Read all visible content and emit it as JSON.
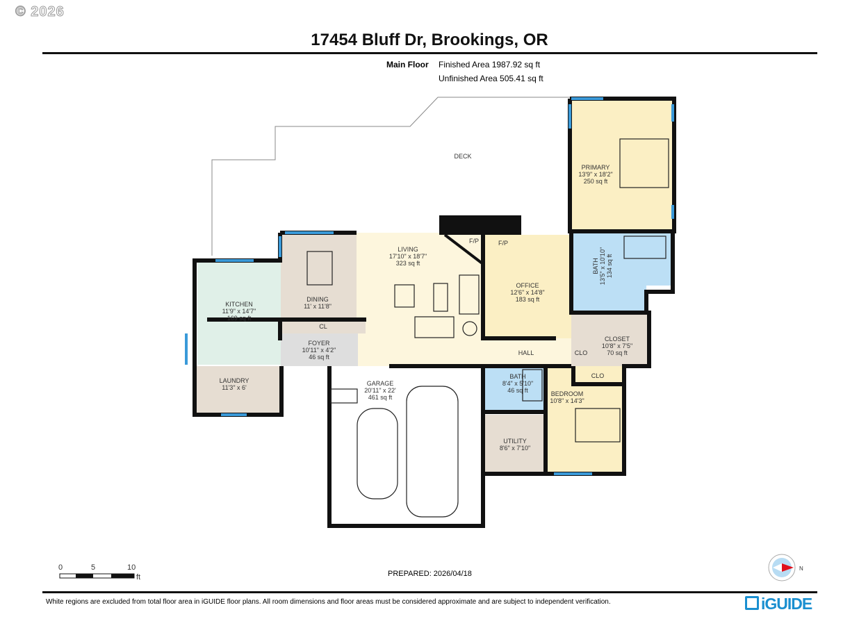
{
  "copyright": "© 2026",
  "title": "17454 Bluff Dr, Brookings, OR",
  "floor": {
    "name": "Main Floor",
    "finished_area": "Finished Area 1987.92 sq ft",
    "unfinished_area": "Unfinished Area 505.41 sq ft"
  },
  "rooms": {
    "deck": {
      "name": "DECK"
    },
    "primary": {
      "name": "PRIMARY",
      "dims": "13'9\" x 18'2\"",
      "area": "250 sq ft"
    },
    "primary_bath": {
      "name": "BATH",
      "dims": "13'5\" x 10'10\"",
      "area": "134 sq ft"
    },
    "office": {
      "name": "OFFICE",
      "dims": "12'6\" x 14'8\"",
      "area": "183 sq ft"
    },
    "living": {
      "name": "LIVING",
      "dims": "17'10\" x 18'7\"",
      "area": "323 sq ft"
    },
    "dining": {
      "name": "DINING",
      "dims": "11' x 11'8\""
    },
    "kitchen": {
      "name": "KITCHEN",
      "dims": "11'9\" x 14'7\"",
      "area": "169 sq ft"
    },
    "cl": {
      "name": "CL"
    },
    "foyer": {
      "name": "FOYER",
      "dims": "10'11\" x 4'2\"",
      "area": "46 sq ft"
    },
    "laundry": {
      "name": "LAUNDRY",
      "dims": "11'3\" x 6'"
    },
    "hall": {
      "name": "HALL"
    },
    "closet": {
      "name": "CLOSET",
      "dims": "10'8\" x 7'5\"",
      "area": "70 sq ft"
    },
    "clo1": {
      "name": "CLO"
    },
    "clo2": {
      "name": "CLO"
    },
    "bath2": {
      "name": "BATH",
      "dims": "8'4\" x 5'10\"",
      "area": "46 sq ft"
    },
    "bedroom": {
      "name": "BEDROOM",
      "dims": "10'8\" x 14'3\""
    },
    "utility": {
      "name": "UTILITY",
      "dims": "8'6\" x 7'10\""
    },
    "garage": {
      "name": "GARAGE",
      "dims": "20'11\" x 22'",
      "area": "461 sq ft"
    },
    "fp1": {
      "name": "F/P"
    },
    "fp2": {
      "name": "F/P"
    }
  },
  "scale": {
    "ticks": [
      "0",
      "5",
      "10"
    ],
    "unit": "ft"
  },
  "compass": {
    "label": "N"
  },
  "prepared": "PREPARED: 2026/04/18",
  "disclaimer": "White regions are excluded from total floor area in iGUIDE floor plans. All room dimensions and floor areas must be considered approximate and are subject to independent verification.",
  "logo": "iGUIDE",
  "colors": {
    "yellow": "#fbefc4",
    "cream": "#fdf6dd",
    "beige": "#e6ddd2",
    "blue": "#bcdff5",
    "green": "#e0f0e8",
    "gray": "#dedede",
    "window": "#3a9ad9",
    "logo": "#1a8fd0"
  }
}
